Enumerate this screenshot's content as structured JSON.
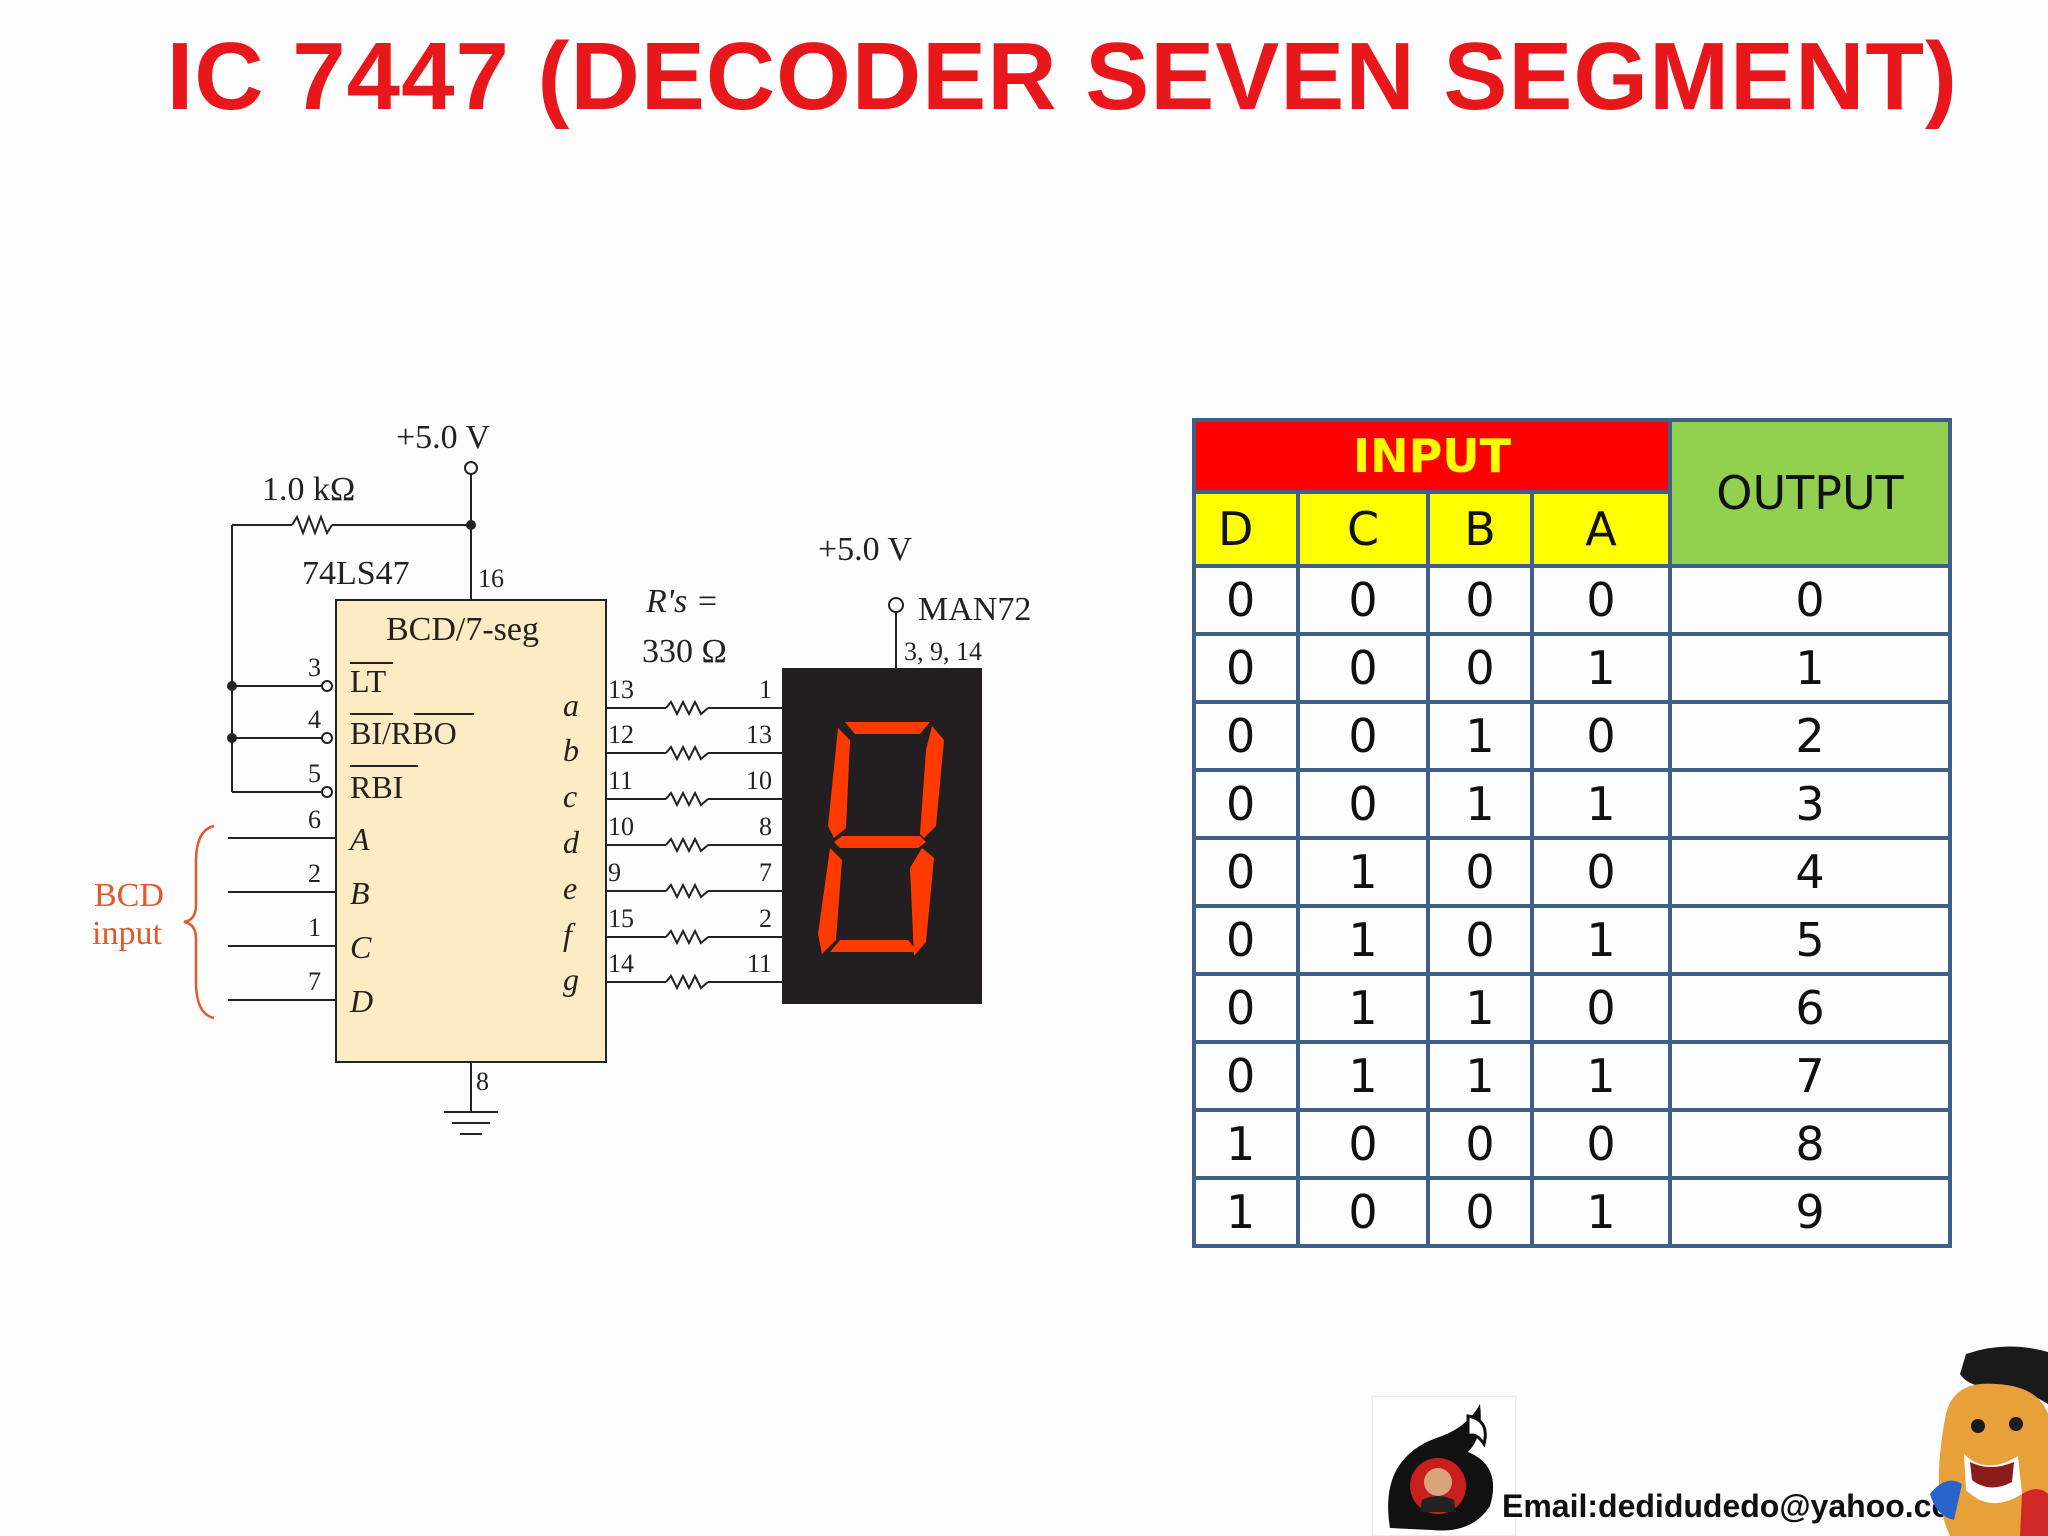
{
  "title": "IC 7447 (DECODER SEVEN SEGMENT)",
  "circuit": {
    "supply_left": "+5.0 V",
    "resistor_pullup": "1.0 kΩ",
    "ic_part": "74LS47",
    "ic_label": "BCD/7-seg",
    "vcc_pin": "16",
    "gnd_pin": "8",
    "resistors_label_1": "R's =",
    "resistors_label_2": "330 Ω",
    "supply_right": "+5.0 V",
    "display_part": "MAN72",
    "display_common_pins": "3, 9, 14",
    "bcd_label_1": "BCD",
    "bcd_label_2": "input",
    "control_pins": [
      {
        "pin": "3",
        "label": "LT"
      },
      {
        "pin": "4",
        "label": "BI/RBO"
      },
      {
        "pin": "5",
        "label": "RBI"
      }
    ],
    "input_pins": [
      {
        "pin": "6",
        "label": "A"
      },
      {
        "pin": "2",
        "label": "B"
      },
      {
        "pin": "1",
        "label": "C"
      },
      {
        "pin": "7",
        "label": "D"
      }
    ],
    "output_pins": [
      {
        "seg": "a",
        "ic_pin": "13",
        "disp_pin": "1"
      },
      {
        "seg": "b",
        "ic_pin": "12",
        "disp_pin": "13"
      },
      {
        "seg": "c",
        "ic_pin": "11",
        "disp_pin": "10"
      },
      {
        "seg": "d",
        "ic_pin": "10",
        "disp_pin": "8"
      },
      {
        "seg": "e",
        "ic_pin": "9",
        "disp_pin": "7"
      },
      {
        "seg": "f",
        "ic_pin": "15",
        "disp_pin": "2"
      },
      {
        "seg": "g",
        "ic_pin": "14",
        "disp_pin": "11"
      }
    ]
  },
  "truth_table": {
    "input_header": "INPUT",
    "output_header": "OUTPUT",
    "columns": [
      "D",
      "C",
      "B",
      "A"
    ],
    "rows": [
      [
        "0",
        "0",
        "0",
        "0",
        "0"
      ],
      [
        "0",
        "0",
        "0",
        "1",
        "1"
      ],
      [
        "0",
        "0",
        "1",
        "0",
        "2"
      ],
      [
        "0",
        "0",
        "1",
        "1",
        "3"
      ],
      [
        "0",
        "1",
        "0",
        "0",
        "4"
      ],
      [
        "0",
        "1",
        "0",
        "1",
        "5"
      ],
      [
        "0",
        "1",
        "1",
        "0",
        "6"
      ],
      [
        "0",
        "1",
        "1",
        "1",
        "7"
      ],
      [
        "1",
        "0",
        "0",
        "0",
        "8"
      ],
      [
        "1",
        "0",
        "0",
        "1",
        "9"
      ]
    ]
  },
  "footer": {
    "email": "Email:dedidudedo@yahoo.com"
  },
  "colors": {
    "title": "#e8171b",
    "ic_body": "#fdebc3",
    "segment_on": "#ff3a00",
    "display_body": "#231f20",
    "bcd_label": "#e05a2b",
    "table_input_header": "#fe0000",
    "table_input_text": "#ffff00",
    "table_column_header": "#ffff00",
    "table_output_header": "#92d050",
    "table_border": "#3d5f8a"
  }
}
